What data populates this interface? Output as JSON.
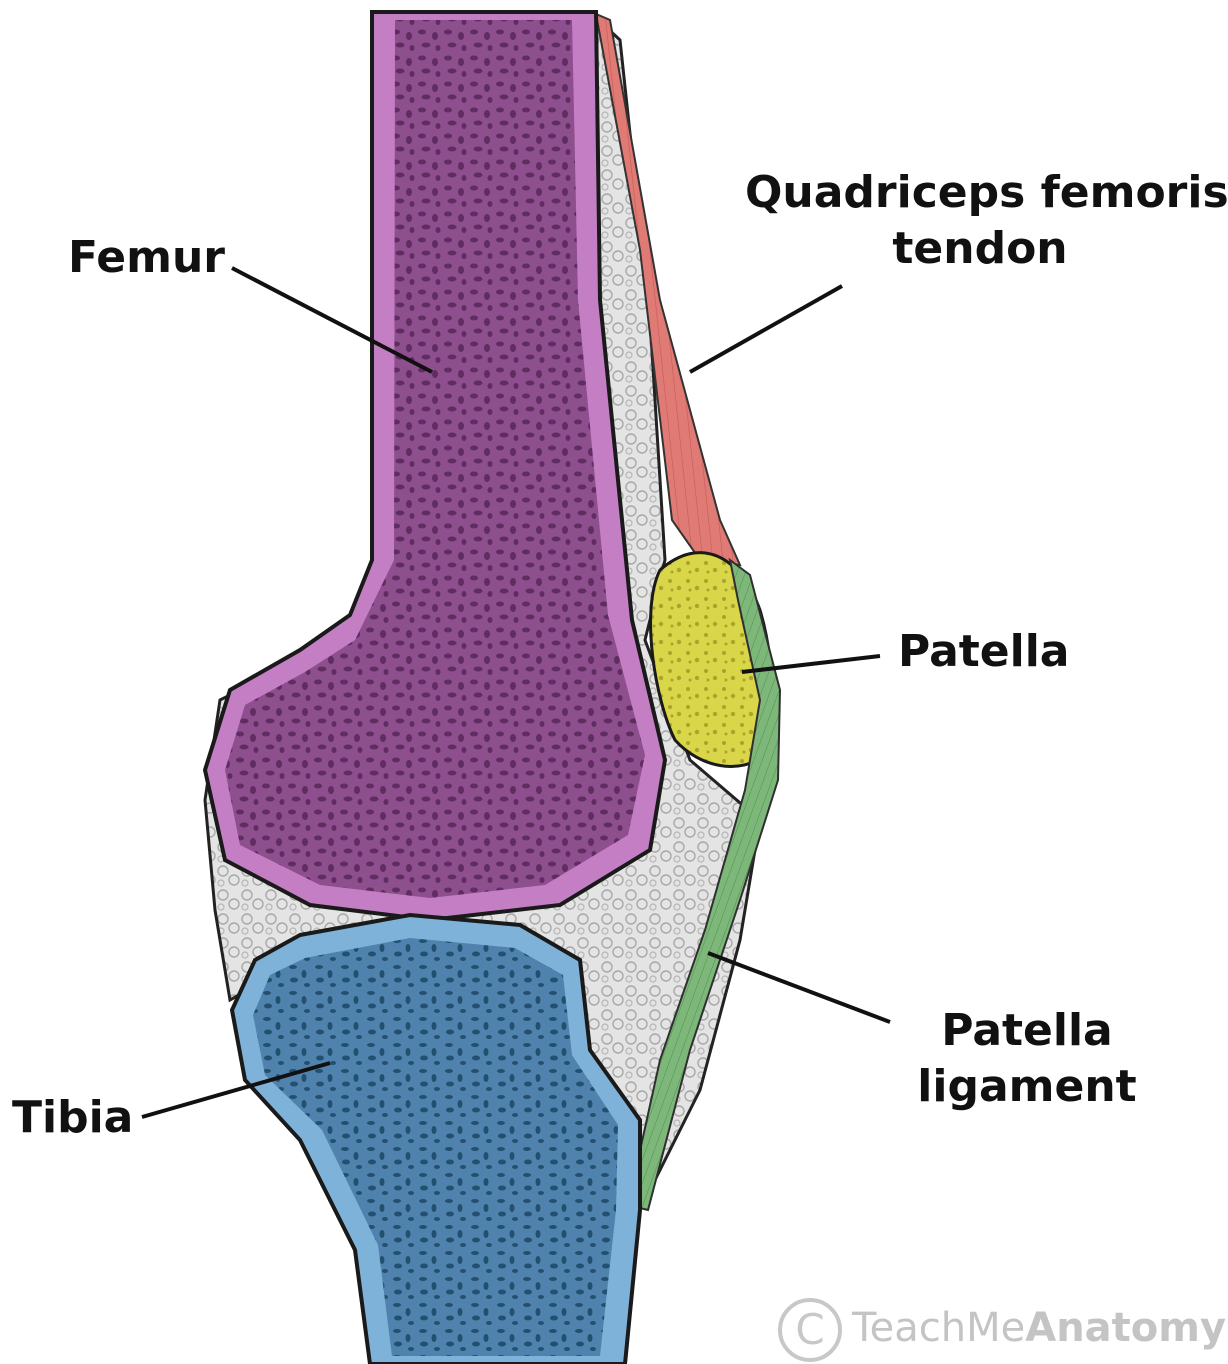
{
  "labels": {
    "femur": "Femur",
    "quadriceps_line1": "Quadriceps femoris",
    "quadriceps_line2": "tendon",
    "patella": "Patella",
    "ligament_line1": "Patella",
    "ligament_line2": "ligament",
    "tibia": "Tibia"
  },
  "watermark": {
    "symbol": "C",
    "brand_light": "TeachMe",
    "brand_bold": "Anatomy"
  },
  "colors": {
    "femur": "#8e4f8e",
    "tibia": "#4f82ad",
    "patella": "#d9d64a",
    "quadriceps_tendon": "#e07a74",
    "patella_ligament": "#7db87a",
    "soft_tissue": "#e2e2e2"
  }
}
